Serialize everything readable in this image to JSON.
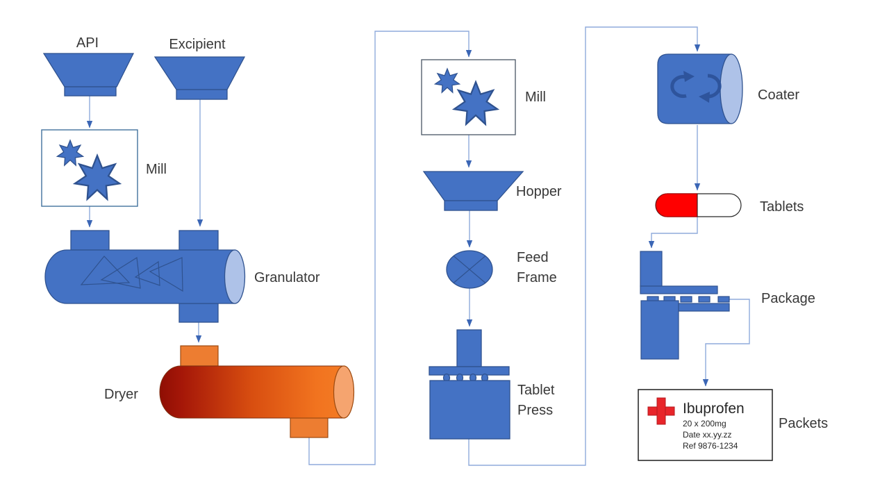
{
  "labels": {
    "api": "API",
    "excipient": "Excipient",
    "mill_left": "Mill",
    "granulator": "Granulator",
    "dryer": "Dryer",
    "mill_mid": "Mill",
    "hopper": "Hopper",
    "feed_frame": "Feed Frame",
    "tablet_press": "Tablet Press",
    "coater": "Coater",
    "tablets": "Tablets",
    "package": "Package",
    "packets": "Packets"
  },
  "packet_label": {
    "product": "Ibuprofen",
    "quantity": "20 x 200mg",
    "date": "Date xx.yy.zz",
    "ref": "Ref 9876-1234"
  },
  "icons": {
    "mill": "star-burst-icon",
    "coater": "rotation-arrows-icon",
    "packet": "medical-cross-icon",
    "tablets": "capsule-icon"
  },
  "colors": {
    "shape_blue": "#4472C4",
    "shape_outline": "#2F528F",
    "cylinder_end_blue": "#AEC2E8",
    "dryer_dark_red": "#9C1500",
    "dryer_orange": "#ED7D31",
    "dryer_end_orange": "#F5A46F",
    "connector_line": "#8FAADC",
    "arrowhead": "#3B66B5",
    "capsule_red": "#FF0000",
    "cross_red": "#E8252A",
    "text": "#383838"
  }
}
